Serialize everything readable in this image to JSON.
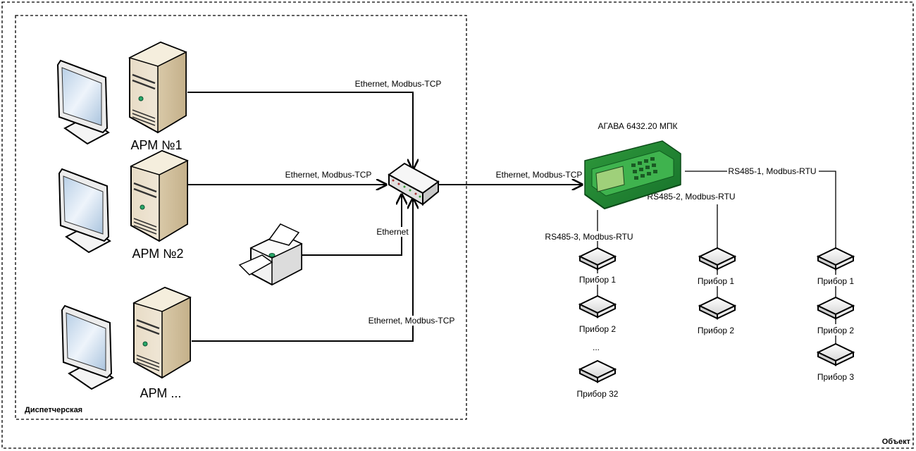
{
  "zones": {
    "outer": "Объект",
    "inner": "Диспетчерская"
  },
  "workstations": [
    {
      "label": "АРМ №1"
    },
    {
      "label": "АРМ №2"
    },
    {
      "label": "АРМ ..."
    }
  ],
  "links": {
    "arm1": "Ethernet, Modbus-TCP",
    "arm2": "Ethernet, Modbus-TCP",
    "printer": "Ethernet",
    "arm3": "Ethernet, Modbus-TCP",
    "switch_to_controller": "Ethernet, Modbus-TCP",
    "rs485_1": "RS485-1, Modbus-RTU",
    "rs485_2": "RS485-2, Modbus-RTU",
    "rs485_3": "RS485-3, Modbus-RTU"
  },
  "controller": {
    "label": "АГАВА 6432.20 МПК"
  },
  "bus3": {
    "devices": [
      "Прибор 1",
      "Прибор 2",
      "Прибор 32"
    ],
    "ellipsis": "..."
  },
  "bus2": {
    "devices": [
      "Прибор 1",
      "Прибор 2"
    ]
  },
  "bus1": {
    "devices": [
      "Прибор 1",
      "Прибор 2",
      "Прибор 3"
    ]
  }
}
